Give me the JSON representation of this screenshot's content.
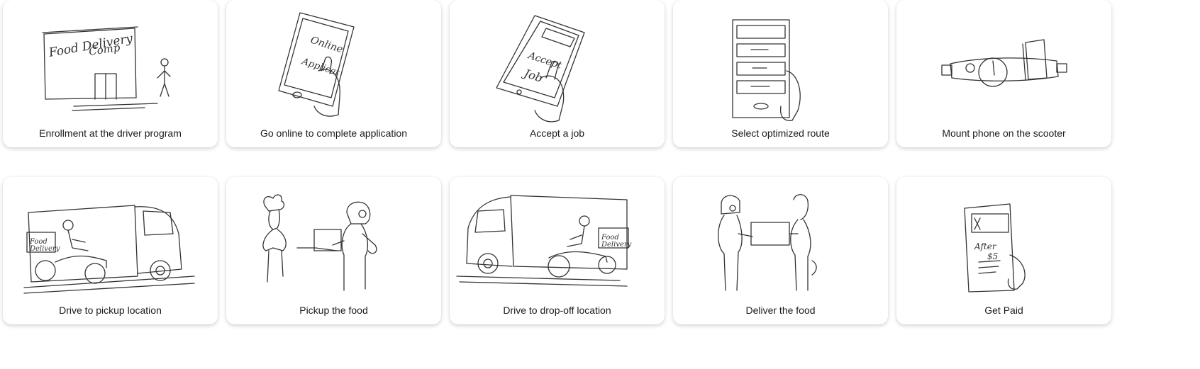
{
  "steps": [
    {
      "caption": "Enrollment at the driver program",
      "sketch_text": [
        "Food Delivery",
        "Comp"
      ],
      "icon": "building-person-icon"
    },
    {
      "caption": "Go online to complete application",
      "sketch_text": [
        "Online",
        "Applicat"
      ],
      "icon": "phone-hand-icon"
    },
    {
      "caption": "Accept a job",
      "sketch_text": [
        "Accept",
        "Job"
      ],
      "icon": "phone-hand-icon"
    },
    {
      "caption": "Select optimized route",
      "sketch_text": [],
      "icon": "phone-list-icon"
    },
    {
      "caption": "Mount phone on the scooter",
      "sketch_text": [],
      "icon": "scooter-mount-icon"
    },
    {
      "caption": "Drive to pickup location",
      "sketch_text": [
        "Food",
        "Delivery"
      ],
      "icon": "truck-scooter-icon"
    },
    {
      "caption": "Pickup the food",
      "sketch_text": [],
      "icon": "chef-courier-icon"
    },
    {
      "caption": "Drive to drop-off location",
      "sketch_text": [
        "Food",
        "Delivery"
      ],
      "icon": "truck-scooter-icon"
    },
    {
      "caption": "Deliver the food",
      "sketch_text": [],
      "icon": "handoff-icon"
    },
    {
      "caption": "Get Paid",
      "sketch_text": [
        "After",
        "$5"
      ],
      "icon": "phone-payment-icon"
    }
  ]
}
